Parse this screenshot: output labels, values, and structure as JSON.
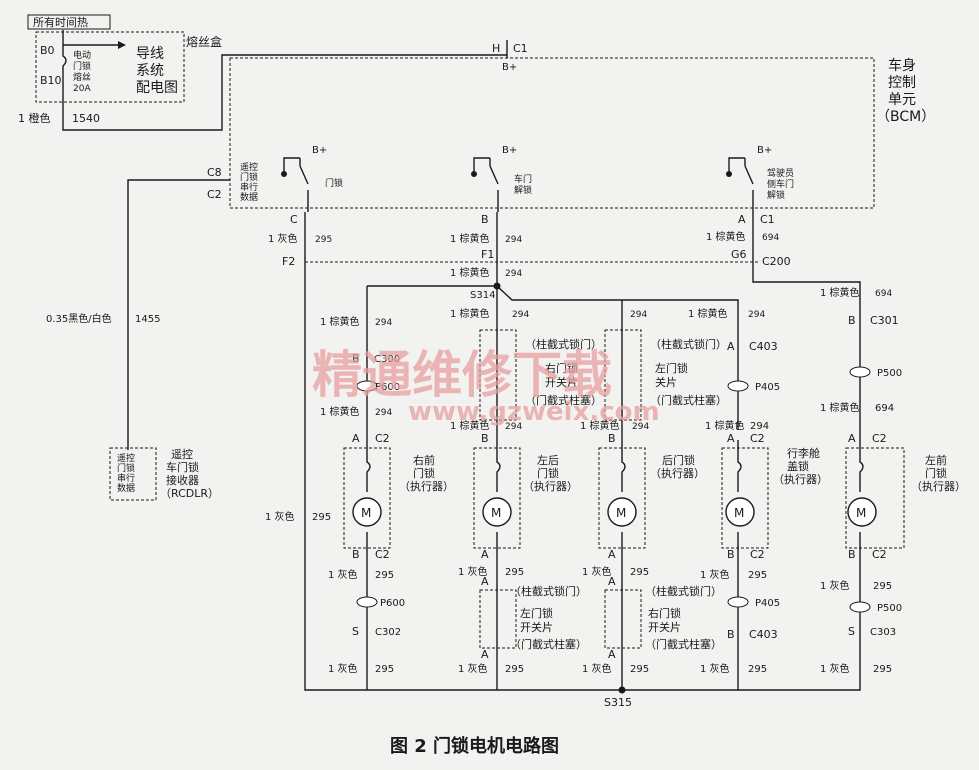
{
  "power": {
    "all_time_hot": "所有时间热",
    "fuse_box": "熔丝盒",
    "b0": "B0",
    "b10": "B10",
    "fuse_label_1": "电动",
    "fuse_label_2": "门锁",
    "fuse_label_3": "熔丝",
    "fuse_rating": "20A",
    "ref_1": "导线",
    "ref_2": "系统",
    "ref_3": "配电图",
    "wire_color": "1 橙色",
    "circuit": "1540"
  },
  "bcm": {
    "title_1": "车身",
    "title_2": "控制",
    "title_3": "单元",
    "title_4": "（BCM）",
    "pin_h": "H",
    "conn_c1": "C1",
    "b_plus": "B+",
    "pin_c8": "C8",
    "pin_c2": "C2",
    "switch_remote_1": "遥控",
    "switch_remote_2": "门锁",
    "switch_remote_3": "串行",
    "switch_remote_4": "数据",
    "switch_lock": "门锁",
    "switch_unlock_1": "车门",
    "switch_unlock_2": "解锁",
    "switch_driver_1": "驾驶员",
    "switch_driver_2": "侧车门",
    "switch_driver_3": "解锁"
  },
  "wires": {
    "gray_1": "1 灰色",
    "brown_yellow_1": "1 棕黄色",
    "black_white": "0.35黑色/白色",
    "c295": "295",
    "c294": "294",
    "c694": "694",
    "c1455": "1455"
  },
  "connectors": {
    "c": "C",
    "b": "B",
    "a": "A",
    "s": "S",
    "c1": "C1",
    "c2": "C2",
    "f2": "F2",
    "f1": "F1",
    "g6": "G6",
    "c200": "C200",
    "s314": "S314",
    "s315": "S315",
    "c301": "C301",
    "c403": "C403",
    "c302": "C302",
    "c303": "C303",
    "c300": "C300",
    "p600": "P600",
    "p405": "P405",
    "p500": "P500"
  },
  "switches": {
    "pillar_door": "（柱截式锁门）",
    "pillar_plug": "（门截式柱塞）",
    "right_door_switch_1": "右门锁",
    "right_door_switch_2": "开关片",
    "left_door_switch_1": "左门锁",
    "left_door_switch_2": "开关片",
    "right_door_switch_top_1": "右门锁",
    "right_door_switch_top_2": "开关片",
    "left_door_switch_top_1": "左门锁",
    "left_door_switch_top_2": "关片"
  },
  "actuators": {
    "motor": "M",
    "front_right_1": "右前",
    "front_right_2": "门锁",
    "front_right_3": "（执行器）",
    "rear_left_1": "左后",
    "rear_left_2": "门锁",
    "rear_left_3": "（执行器）",
    "rear_1": "后门锁",
    "rear_2": "（执行器）",
    "trunk_1": "行李舱",
    "trunk_2": "盖锁",
    "trunk_3": "（执行器）",
    "front_left_1": "左前",
    "front_left_2": "门锁",
    "front_left_3": "（执行器）"
  },
  "receiver": {
    "line_1": "遥控",
    "line_2": "门锁",
    "line_3": "串行",
    "line_4": "数据",
    "name_1": "遥控",
    "name_2": "车门锁",
    "name_3": "接收器",
    "name_4": "（RCDLR）"
  },
  "watermark": {
    "cn": "精通维修下载",
    "url": "www.gzweix.com"
  },
  "caption": "图 2 门锁电机电路图"
}
